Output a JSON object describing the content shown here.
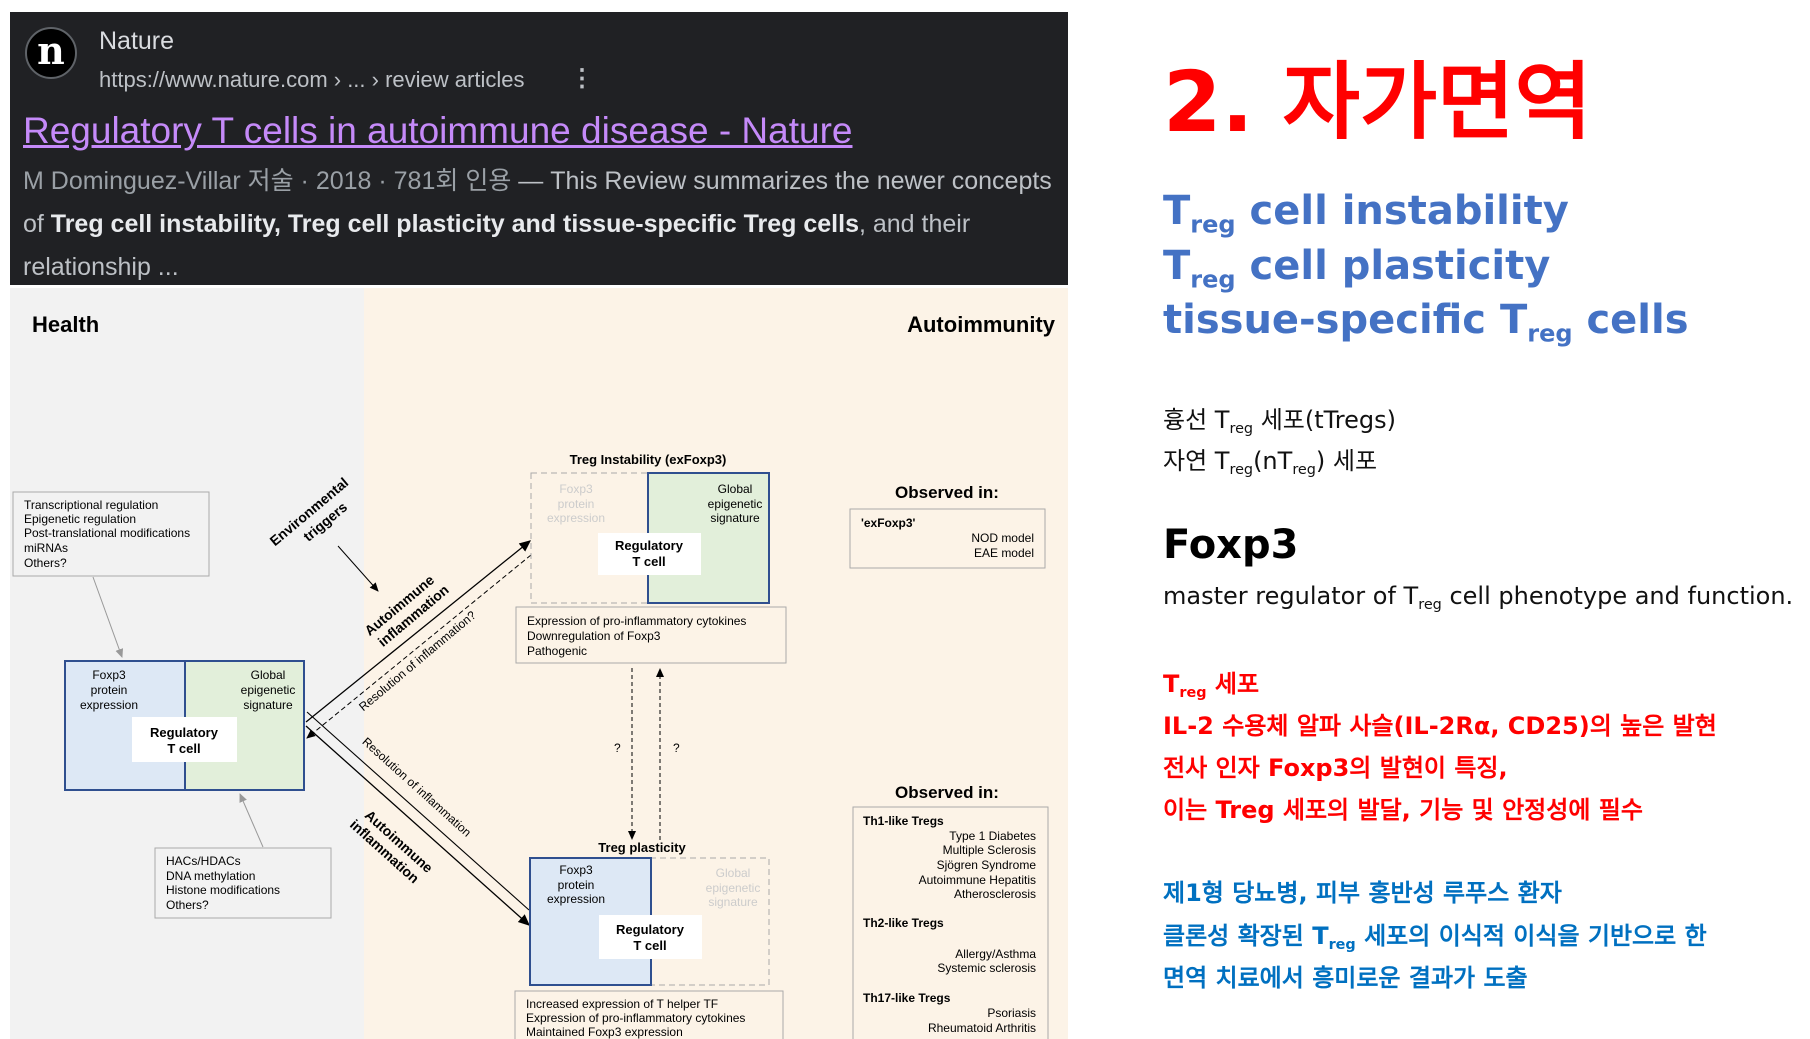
{
  "search_result": {
    "logo_letter": "n",
    "site_name": "Nature",
    "url": "https://www.nature.com › ... › review articles",
    "title": "Regulatory T cells in autoimmune disease - Nature",
    "meta": "M Dominguez-Villar 저술 · 2018 · 781회 인용",
    "snippet_a": " — This Review summarizes the newer concepts of ",
    "snippet_bold": "Treg cell instability, Treg cell plasticity and tissue-specific Treg cells",
    "snippet_b": ", and their relationship ..."
  },
  "figure": {
    "health": "Health",
    "autoimmunity": "Autoimmunity",
    "reg_box": [
      "Transcriptional regulation",
      "Epigenetic regulation",
      "Post-translational modifications",
      "miRNAs",
      "Others?"
    ],
    "epi_box": [
      "HACs/HDACs",
      "DNA methylation",
      "Histone modifications",
      "Others?"
    ],
    "foxp3": [
      "Foxp3",
      "protein",
      "expression"
    ],
    "global": [
      "Global",
      "epigenetic",
      "signature"
    ],
    "treg": [
      "Regulatory",
      "T cell"
    ],
    "env": [
      "Environmental",
      "triggers"
    ],
    "auto_infl": [
      "Autoimmune",
      "inflammation"
    ],
    "resolution_q": "Resolution of inflammation?",
    "resolution": "Resolution of inflammation",
    "instability_title": "Treg Instability (exFoxp3)",
    "instability_box": [
      "Expression of pro-inflammatory cytokines",
      "Downregulation of Foxp3",
      "Pathogenic"
    ],
    "question": "?",
    "plasticity_title": "Treg plasticity",
    "plasticity_box": [
      "Increased expression of T helper TF",
      "Expression of pro-inflammatory cytokines",
      "Maintained Foxp3 expression"
    ],
    "observed_title": "Observed in:",
    "observed1": {
      "head": "'exFoxp3'",
      "items": [
        "NOD model",
        "EAE model"
      ]
    },
    "observed2": {
      "th1": "Th1-like Tregs",
      "th1_items": [
        "Type 1 Diabetes",
        "Multiple Sclerosis",
        "Sjögren Syndrome",
        "Autoimmune Hepatitis",
        "Atherosclerosis"
      ],
      "th2": "Th2-like Tregs",
      "th2_items": [
        "Allergy/Asthma",
        "Systemic sclerosis"
      ],
      "th17": "Th17-like Tregs",
      "th17_items": [
        "Psoriasis",
        "Rheumatoid Arthritis"
      ]
    }
  },
  "notes": {
    "heading": "2. 자가면역",
    "T": "T",
    "reg": "reg",
    "b1": "cell instability",
    "b2": "cell plasticity",
    "b3a": "tissue-specific ",
    "b3b": "cells",
    "k1a": "흉선 ",
    "k1b": " 세포(tTregs)",
    "k2a": "자연 ",
    "k2b": "(n",
    "k2c": ") 세포",
    "foxp3": "Foxp3",
    "master_a": "master regulator of ",
    "master_b": " cell phenotype and function.",
    "red0": " 세포",
    "red1": "IL-2 수용체 알파 사슬(IL-2Rα, CD25)의 높은 발현",
    "red2": "전사 인자 Foxp3의 발현이 특징,",
    "red3": "이는 Treg 세포의 발달, 기능 및 안정성에 필수",
    "blue1": "제1형 당뇨병, 피부 홍반성 루푸스 환자",
    "blue2a": "클론성 확장된 ",
    "blue2b": " 세포의 이식적 이식을 기반으로 한",
    "blue3": "면역 치료에서 흥미로운 결과가 도출"
  },
  "colors": {
    "red": "#ff0000",
    "blue": "#4472c4",
    "dark_blue": "#0070c0",
    "card_bg": "#202124",
    "link": "#c58af9"
  }
}
